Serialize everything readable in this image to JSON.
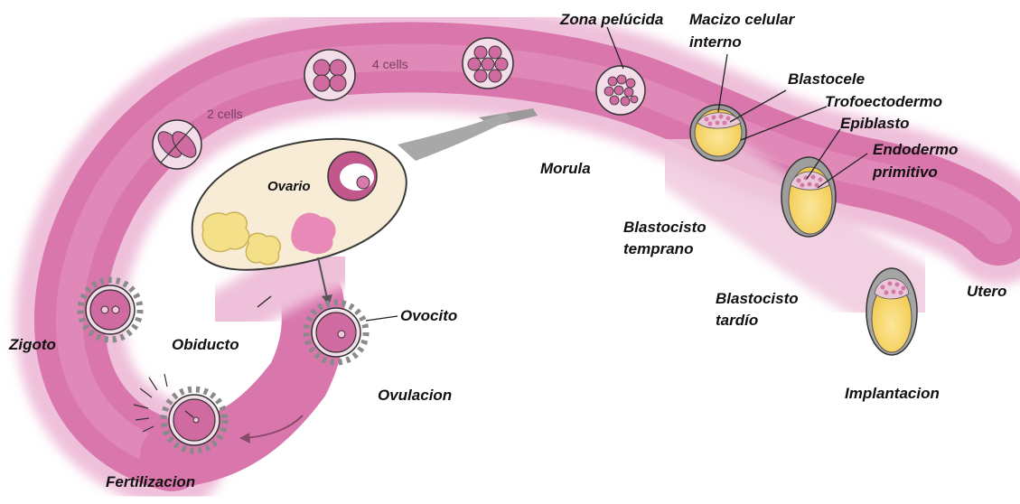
{
  "labels": {
    "cells2": "2 cells",
    "cells4": "4 cells",
    "zona_pelucida": "Zona pelúcida",
    "macizo_line1": "Macizo celular",
    "macizo_line2": "interno",
    "blastocele": "Blastocele",
    "trofoectodermo": "Trofoectodermo",
    "epiblasto": "Epiblasto",
    "endodermo_line1": "Endodermo",
    "endodermo_line2": "primitivo",
    "morula": "Morula",
    "blastocisto_temprano_line1": "Blastocisto",
    "blastocisto_temprano_line2": "temprano",
    "blastocisto_tardio_line1": "Blastocisto",
    "blastocisto_tardio_line2": "tardío",
    "utero": "Utero",
    "implantacion": "Implantacion",
    "ovario": "Ovario",
    "ovocito": "Ovocito",
    "obiducto": "Obiducto",
    "ovulacion": "Ovulacion",
    "zigoto": "Zigoto",
    "fertilizacion": "Fertilizacion"
  },
  "colors": {
    "tube": "#d977ad",
    "tube_edge": "#eab3d1",
    "cell_fill": "#d66ea6",
    "cell_ring": "#f3dde9",
    "ovary": "#f8ecd6",
    "yolk": "#f5d25c",
    "zona": "#b9b9b9"
  }
}
